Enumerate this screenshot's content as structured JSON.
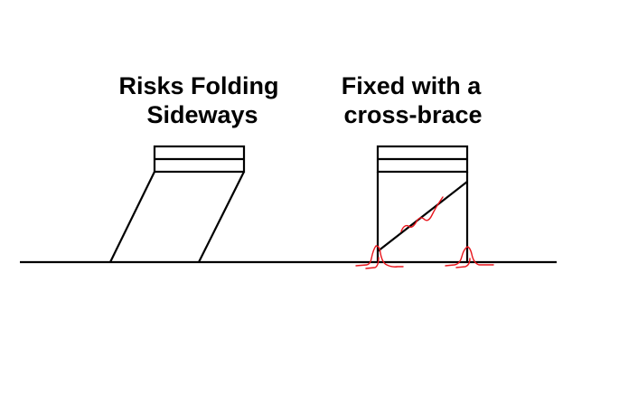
{
  "colors": {
    "background": "#ffffff",
    "line": "#000000",
    "annotation": "#e8141b"
  },
  "left_panel": {
    "title_line1": "Risks Folding",
    "title_line2": "Sideways"
  },
  "right_panel": {
    "title_line1": "Fixed with a",
    "title_line2": "cross-brace"
  }
}
